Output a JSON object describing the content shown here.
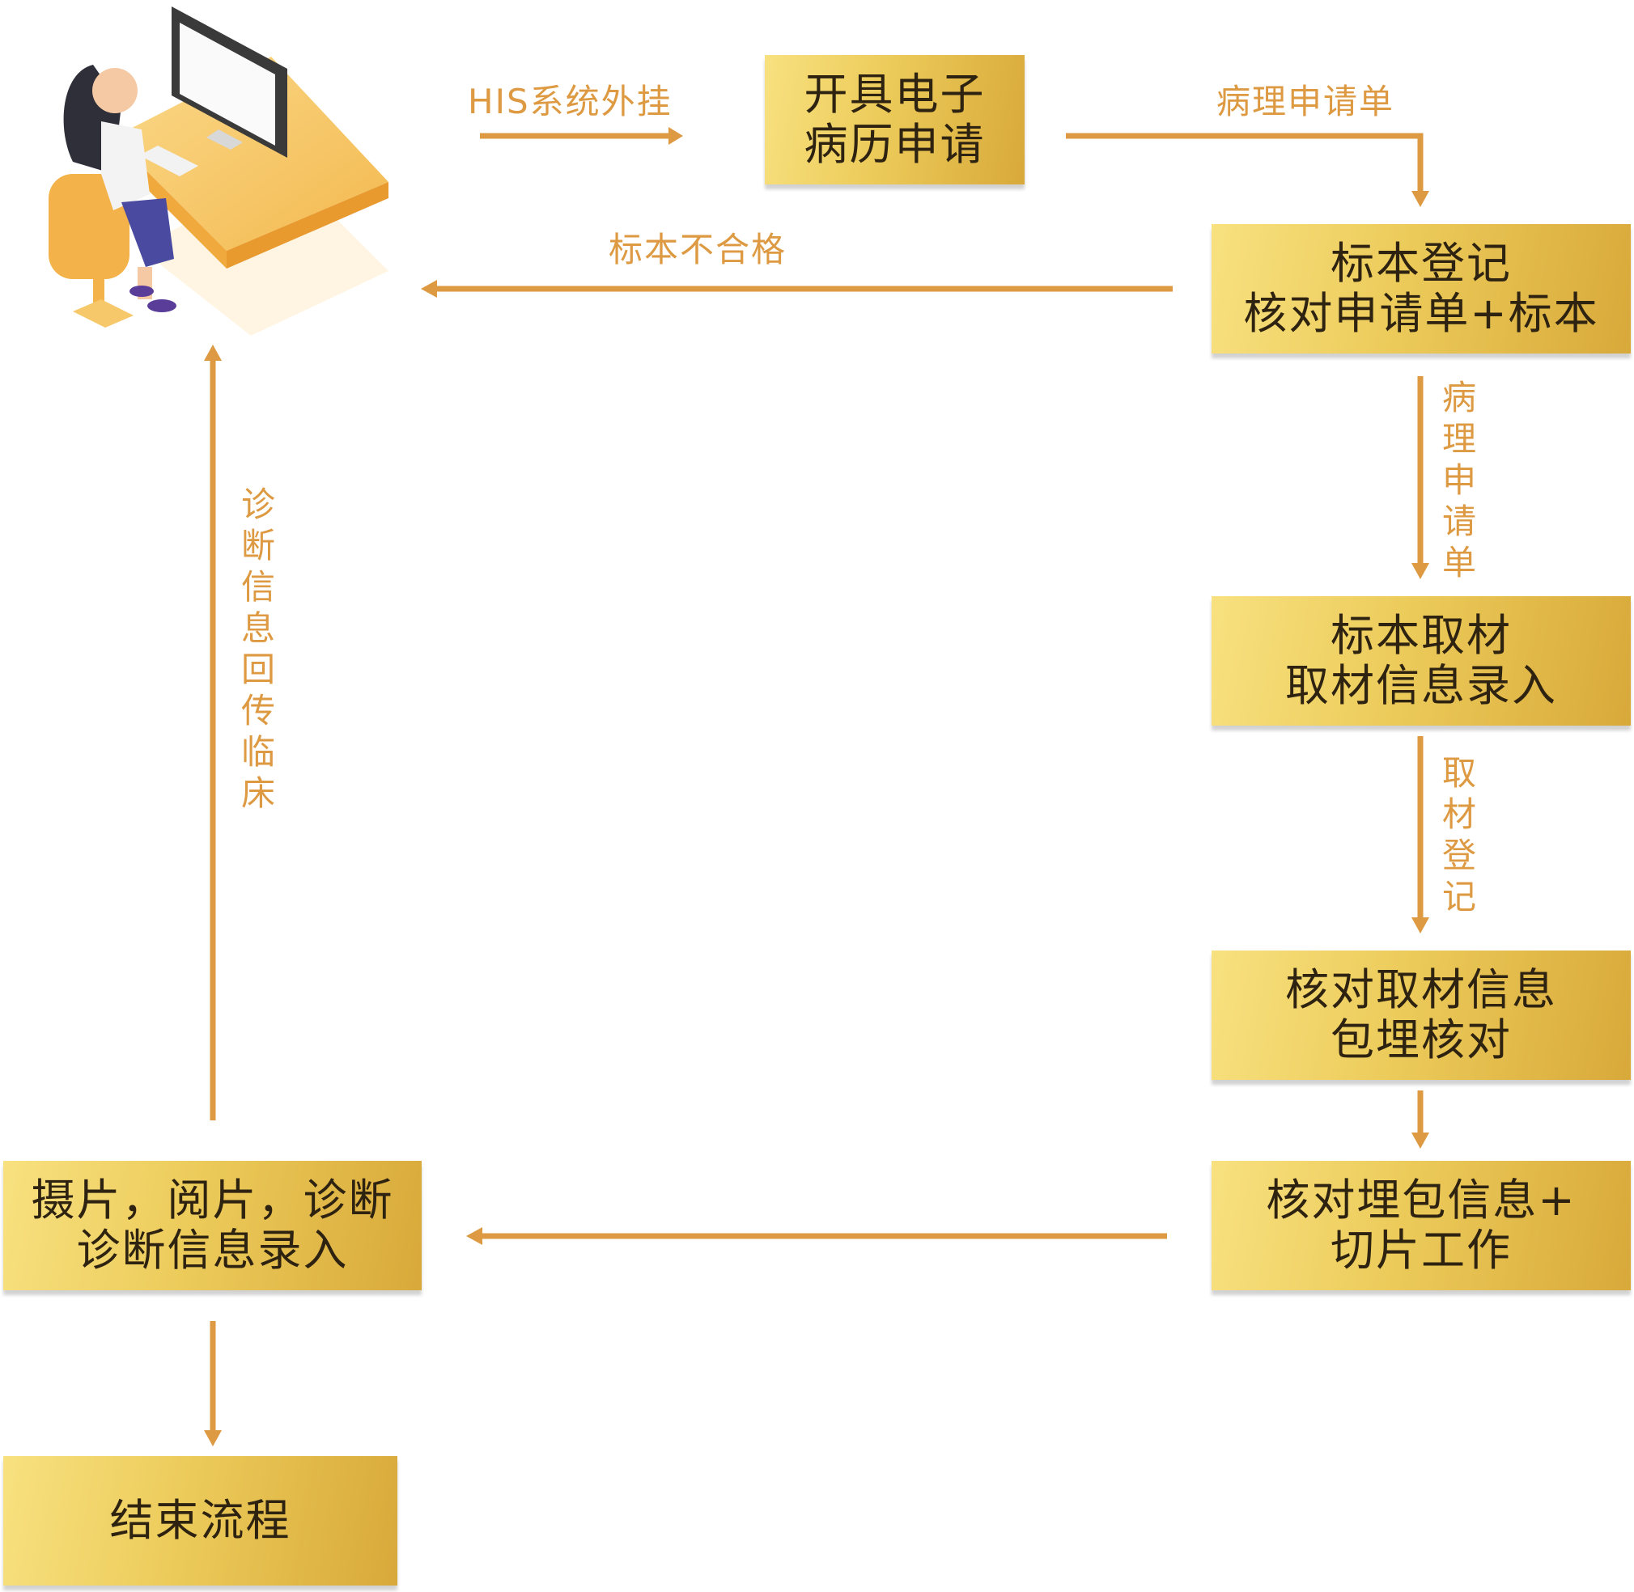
{
  "colors": {
    "arrow": "#dd9a42",
    "label": "#dd9a42",
    "box_text": "#2e2210"
  },
  "boxes": {
    "emr_request": {
      "line1": "开具电子",
      "line2": "病历申请"
    },
    "specimen_register": {
      "line1": "标本登记",
      "line2": "核对申请单+标本"
    },
    "specimen_sampling": {
      "line1": "标本取材",
      "line2": "取材信息录入"
    },
    "verify_embedding": {
      "line1": "核对取材信息",
      "line2": "包埋核对"
    },
    "sectioning": {
      "line1": "核对埋包信息+",
      "line2": "切片工作"
    },
    "diagnosis": {
      "line1": "摄片，阅片，诊断",
      "line2": "诊断信息录入"
    },
    "end": {
      "line1": "结束流程"
    }
  },
  "labels": {
    "his_plugin": "HIS系统外挂",
    "pathology_form_top": "病理申请单",
    "specimen_rejected": "标本不合格",
    "pathology_form_side": "病理申请单",
    "sampling_register": "取材登记",
    "diagnosis_return": "诊断信息回传临床"
  }
}
